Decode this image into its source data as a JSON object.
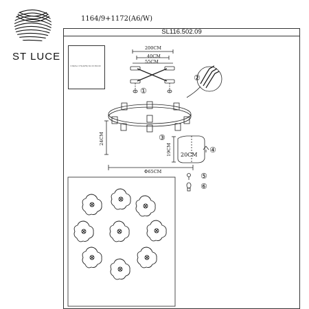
{
  "brand": {
    "name": "ST LUCE",
    "logo_icon": "st-luce-wave-sphere-logo"
  },
  "document": {
    "ref_code": "1164/9+1172(A6/W)",
    "model": "SL116.502.09"
  },
  "label_box": {
    "text": "1164/9+1172(A6/W) SL116.502.09"
  },
  "dimensions": {
    "width_top": "200CM",
    "width_mid": "40CM",
    "width_low": "55CM",
    "height_total": "24CM",
    "shade_height": "19CM",
    "shade_width": "20CM",
    "diameter": "Φ65CM"
  },
  "steps": {
    "s1": "①",
    "s2": "②",
    "s3": "③",
    "s4": "④",
    "s5": "⑤",
    "s6": "⑥"
  },
  "icons": {
    "screw": "screw-icon",
    "bulb": "bulb-icon",
    "arrow": "arrow-icon"
  }
}
